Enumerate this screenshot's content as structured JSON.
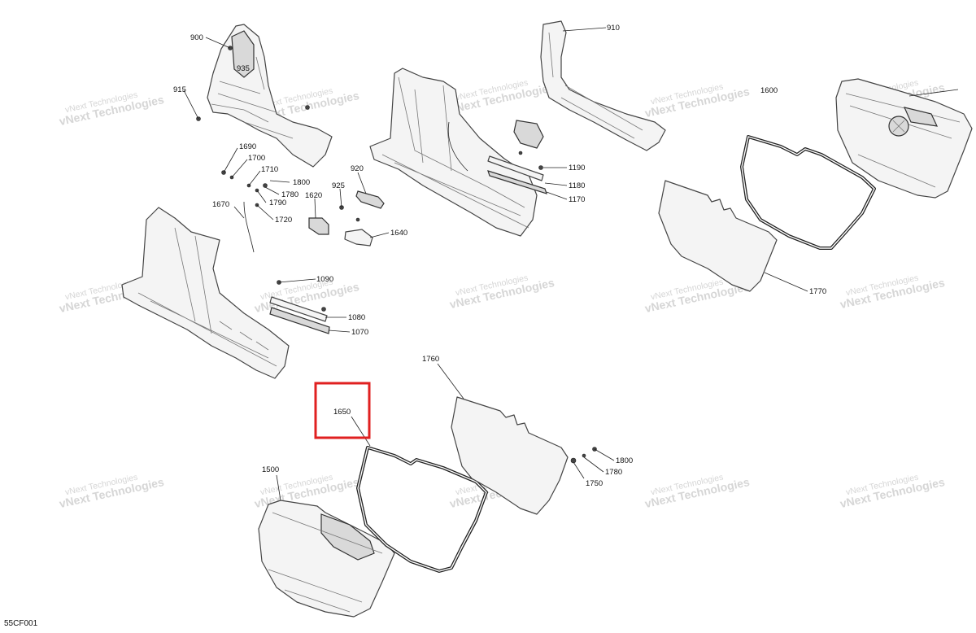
{
  "diagram_code": "55CF001",
  "watermark": {
    "line1": "vNext Technologies",
    "line2": "vNext Technologies"
  },
  "callouts": {
    "p900": "900",
    "p935": "935",
    "p915": "915",
    "p910": "910",
    "p1600": "1600",
    "p1690": "1690",
    "p1700": "1700",
    "p1710": "1710",
    "p1800a": "1800",
    "p1780a": "1780",
    "p1790": "1790",
    "p1720": "1720",
    "p1670": "1670",
    "p925": "925",
    "p920": "920",
    "p1620": "1620",
    "p1640": "1640",
    "p1190": "1190",
    "p1180": "1180",
    "p1170": "1170",
    "p1090": "1090",
    "p1080": "1080",
    "p1070": "1070",
    "p1770": "1770",
    "p1760": "1760",
    "p1650": "1650",
    "p1500": "1500",
    "p1800b": "1800",
    "p1780b": "1780",
    "p1750": "1750"
  },
  "colors": {
    "highlight": "#e02020",
    "line": "#222222",
    "watermark": "#cfcfcf"
  },
  "highlighted_part": "1650"
}
